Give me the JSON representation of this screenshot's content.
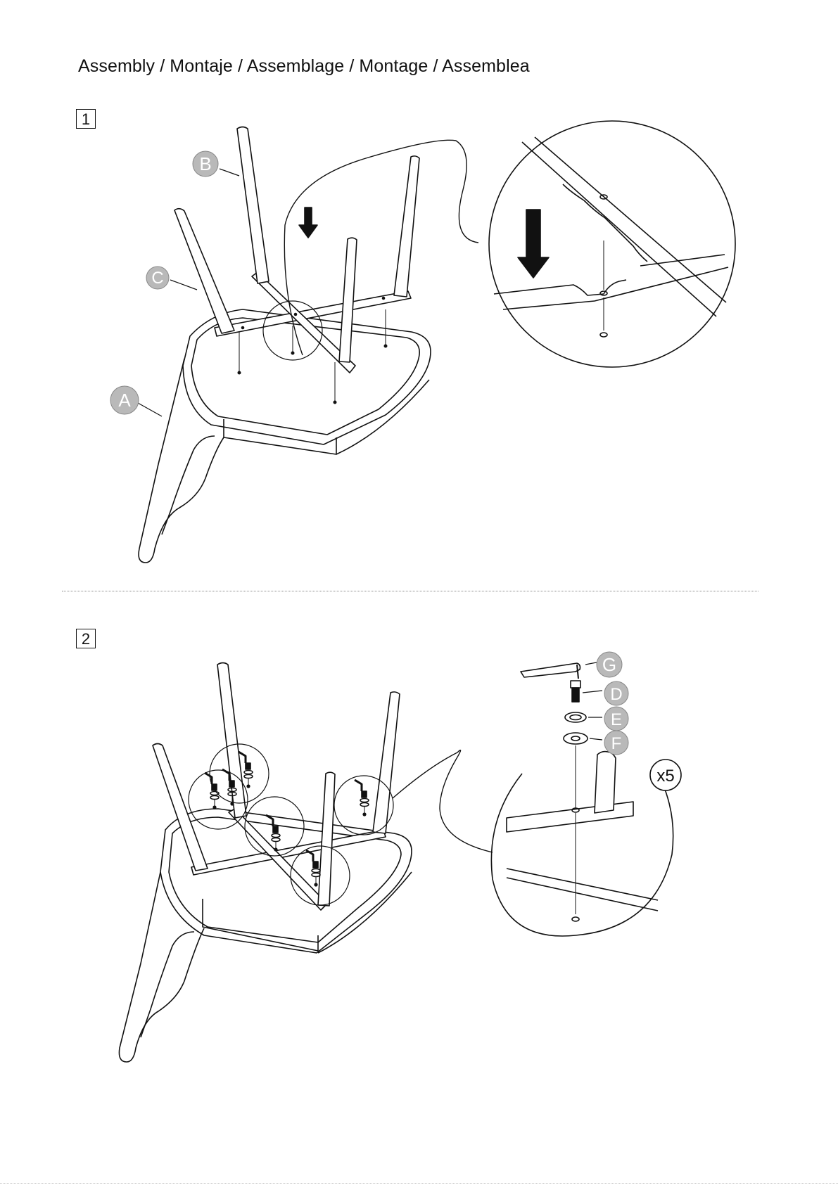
{
  "header": {
    "title": "Assembly  / Montaje / Assemblage / Montage / Assemblea"
  },
  "steps": [
    {
      "number": "1"
    },
    {
      "number": "2"
    }
  ],
  "parts": {
    "A": "A",
    "B": "B",
    "C": "C",
    "D": "D",
    "E": "E",
    "F": "F",
    "G": "G"
  },
  "quantity": "x5",
  "colors": {
    "line": "#111111",
    "label_fill": "#b9b9b9",
    "label_stroke": "#888888"
  }
}
